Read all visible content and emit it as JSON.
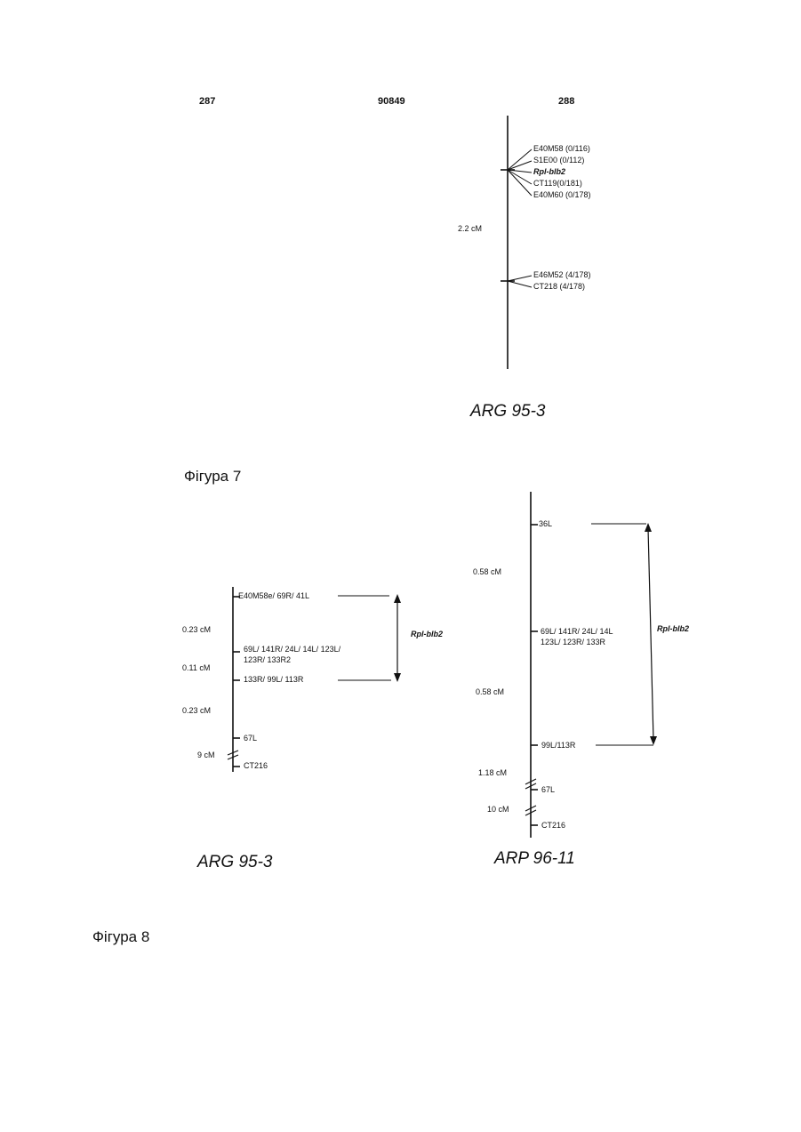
{
  "header": {
    "col1": "287",
    "col2": "90849",
    "col3": "288"
  },
  "map1": {
    "markers": [
      "E40M58 (0/116)",
      "S1E00 (0/112)",
      "Rpl-blb2",
      "CT119(0/181)",
      "E40M60 (0/178)",
      "E46M52 (4/178)",
      "CT218 (4/178)"
    ],
    "distance": "2.2 cM",
    "caption": "ARG 95-3"
  },
  "figure7_label": "Фігура 7",
  "map2": {
    "markers": [
      "E40M58e/ 69R/ 41L",
      "69L/ 141R/ 24L/ 14L/ 123L/",
      "123R/ 133R2",
      "133R/ 99L/ 113R",
      "67L",
      "CT216"
    ],
    "distances": [
      "0.23 cM",
      "0.11 cM",
      "0.23 cM",
      "9 cM"
    ],
    "gene": "Rpl-blb2",
    "caption": "ARG 95-3"
  },
  "map3": {
    "markers": [
      "36L",
      "69L/ 141R/ 24L/ 14L",
      "123L/ 123R/ 133R",
      "99L/113R",
      "67L",
      "CT216"
    ],
    "distances": [
      "0.58 cM",
      "0.58 cM",
      "1.18 cM",
      "10 cM"
    ],
    "gene": "Rpl-blb2",
    "caption": "ARP 96-11"
  },
  "figure8_label": "Фігура 8"
}
